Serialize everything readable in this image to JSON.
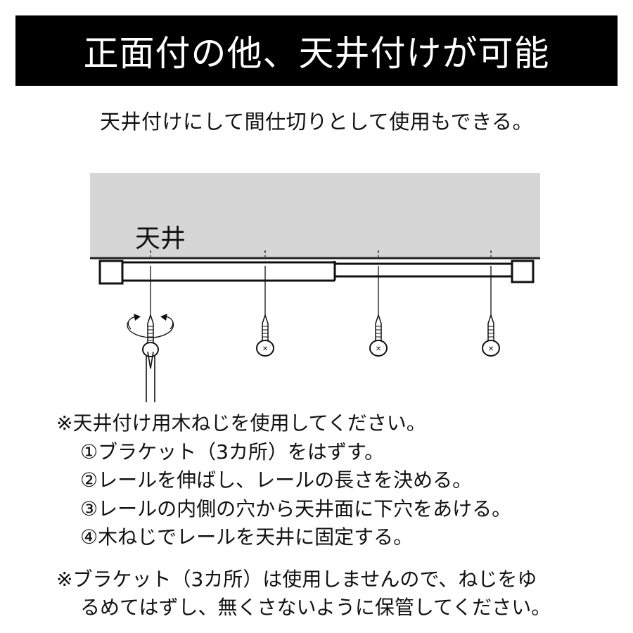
{
  "header": {
    "title": "正面付の他、天井付けが可能"
  },
  "subtitle": "天井付けにして間仕切りとして使用もできる。",
  "diagram": {
    "ceiling_label": "天井",
    "ceiling_color": "#d6d6d6",
    "rail_color": "#111111",
    "screw_count": 4,
    "icons": [
      "ceiling",
      "curtain-rail",
      "wood-screw",
      "screwdriver",
      "rotation-arrow"
    ]
  },
  "instructions": {
    "note": "※天井付け用木ねじを使用してください。",
    "steps": [
      "①ブラケット（3カ所）をはずす。",
      "②レールを伸ばし、レールの長さを決める。",
      "③レールの内側の穴から天井面に下穴をあける。",
      "④木ねじでレールを天井に固定する。"
    ]
  },
  "footnote": {
    "line1": "※ブラケット（3カ所）は使用しませんので、ねじをゆ",
    "line2": "るめてはずし、無くさないように保管してください。"
  }
}
